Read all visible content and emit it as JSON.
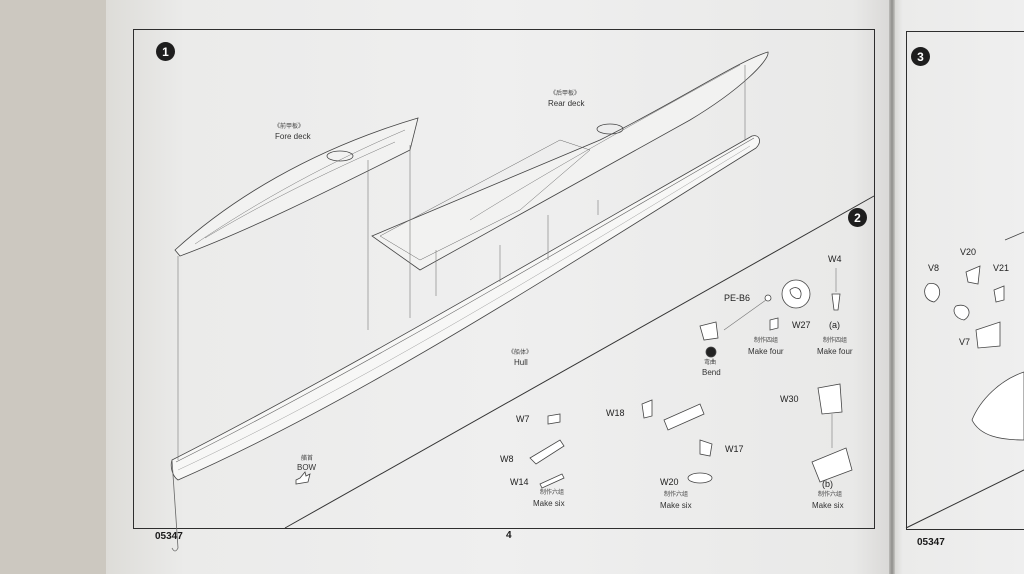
{
  "page": {
    "step1": "1",
    "step2": "2",
    "step3": "3",
    "product_code_left": "05347",
    "page_number": "4",
    "product_code_right": "05347"
  },
  "labels": {
    "fore_deck_cn": "《前甲板》",
    "fore_deck_en": "Fore deck",
    "rear_deck_cn": "《后甲板》",
    "rear_deck_en": "Rear deck",
    "hull_cn": "《船体》",
    "hull_en": "Hull",
    "bow_cn": "艏首",
    "bow_en": "BOW"
  },
  "parts": {
    "w4": "W4",
    "pe_b6": "PE-B6",
    "w27": "W27",
    "a": "(a)",
    "bend_cn": "弯曲",
    "bend_en": "Bend",
    "make_four_cn": "制作四组",
    "make_four_1": "Make four",
    "make_four_cn_2": "制作四组",
    "make_four_2": "Make four",
    "w30": "W30",
    "b": "(b)",
    "make_six_cn_b": "制作六组",
    "make_six_b": "Make six",
    "w7": "W7",
    "w8": "W8",
    "w14": "W14",
    "make_six_cn_1": "制作六组",
    "make_six_1": "Make six",
    "w18": "W18",
    "w17": "W17",
    "w20": "W20",
    "make_six_cn_2": "制作六组",
    "make_six_2": "Make six",
    "v8": "V8",
    "v20": "V20",
    "v21": "V21",
    "v7": "V7"
  }
}
